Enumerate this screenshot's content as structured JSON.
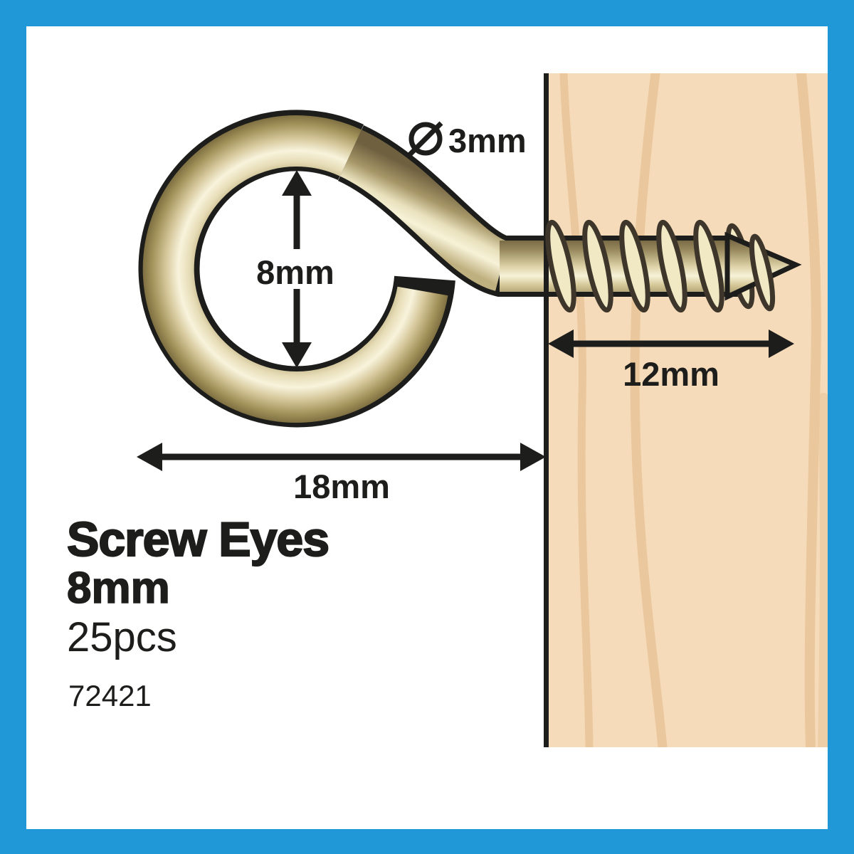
{
  "product": {
    "title": "Screw Eyes",
    "size": "8mm",
    "quantity": "25pcs",
    "code": "72421"
  },
  "dimensions": {
    "wire_diameter": "3mm",
    "eye_inner_diameter": "8mm",
    "thread_length": "12mm",
    "overall_width": "18mm"
  },
  "colors": {
    "frame_blue": "#2097D7",
    "panel_white": "#FFFFFF",
    "outline": "#1D1D1B",
    "wood_fill": "#F5DBB9",
    "wood_grain": "#EAC79C",
    "thread_fill": "#F1E8C4",
    "brass_dark": "#746440",
    "brass_highlight": "#F7F2D8"
  }
}
